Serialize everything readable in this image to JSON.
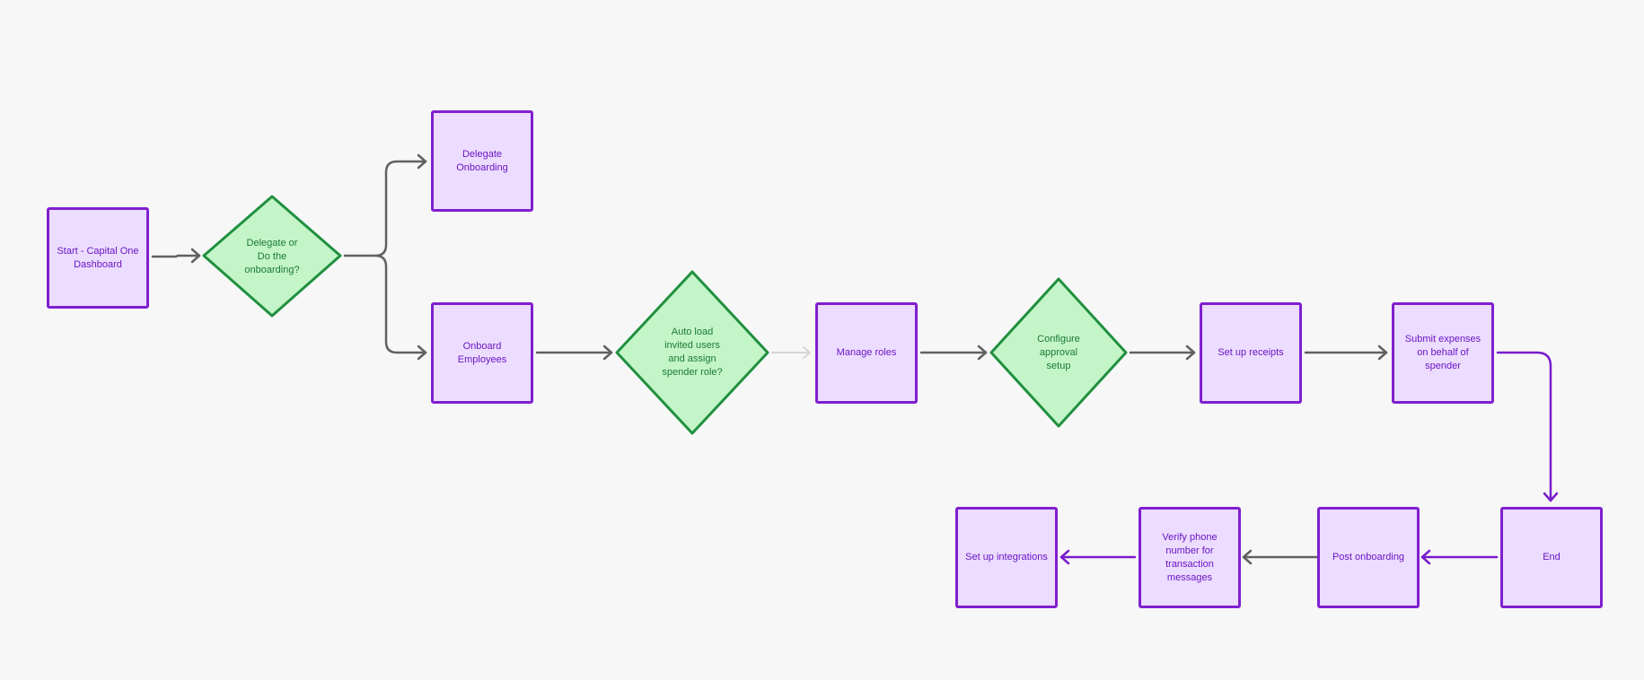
{
  "colors": {
    "background": "#f7f7f7",
    "process_fill": "#ecdcff",
    "process_stroke": "#7f1fcf",
    "process_text": "#6a16c4",
    "decision_fill": "#c3f5c8",
    "decision_stroke": "#20903f",
    "decision_text": "#1c7a34",
    "connector_gray": "#616161",
    "connector_light": "#d6d6d6",
    "connector_purple": "#7a1dcc"
  },
  "nodes": {
    "start": "Start - Capital One\nDashboard",
    "delegate_decision": "Delegate or\nDo the\nonboarding?",
    "delegate_onboarding": "Delegate\nOnboarding",
    "onboard_employees": "Onboard\nEmployees",
    "auto_load_decision": "Auto load\ninvited users\nand assign\nspender role?",
    "manage_roles": "Manage roles",
    "configure_decision": "Configure\napproval\nsetup",
    "set_up_receipts": "Set up receipts",
    "submit_expenses": "Submit expenses\non behalf of\nspender",
    "end": "End",
    "post_onboarding": "Post onboarding",
    "verify_phone": "Verify phone\nnumber for\ntransaction\nmessages",
    "set_up_integrations": "Set up integrations"
  },
  "icons": [
    "arrow-right-icon",
    "arrow-left-icon",
    "arrow-down-icon"
  ]
}
